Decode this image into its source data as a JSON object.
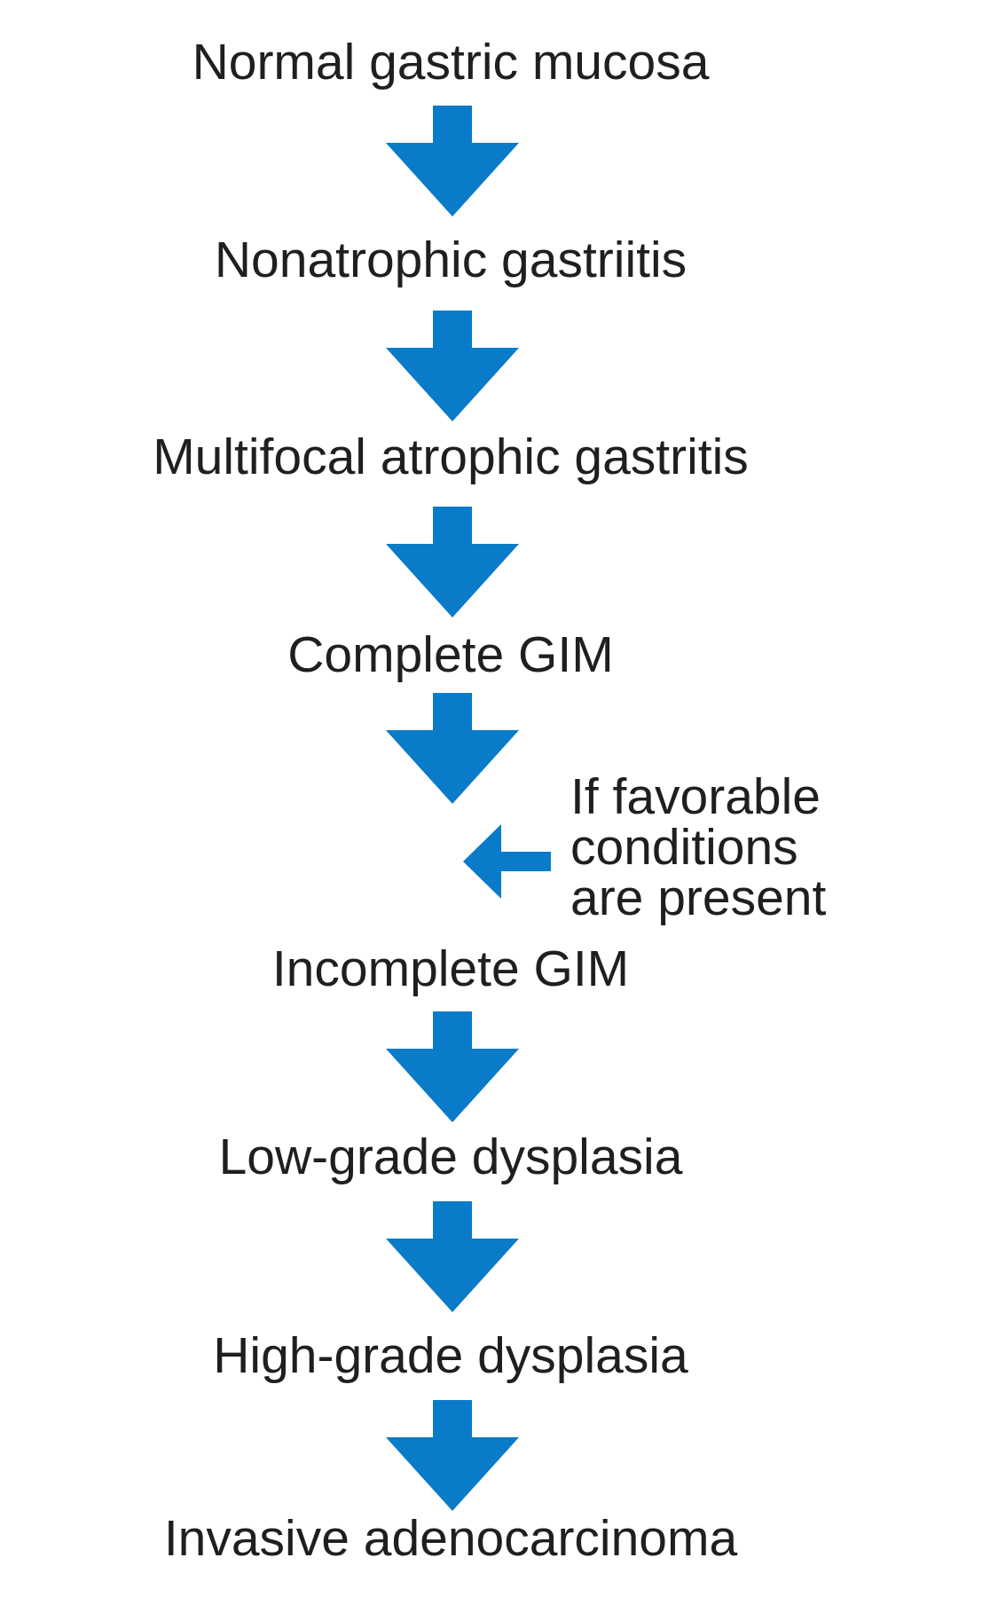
{
  "diagram": {
    "arrow_color": "#0a7bc9",
    "text_color": "#1f1f1f",
    "steps": [
      {
        "label": "Normal gastric mucosa"
      },
      {
        "label": "Nonatrophic gastriitis"
      },
      {
        "label": "Multifocal atrophic gastritis"
      },
      {
        "label": "Complete GIM"
      },
      {
        "label": "Incomplete GIM"
      },
      {
        "label": "Low-grade dysplasia"
      },
      {
        "label": "High-grade dysplasia"
      },
      {
        "label": "Invasive adenocarcinoma"
      }
    ],
    "side_note": {
      "text": "If favorable\nconditions\nare present",
      "arrow_direction": "left"
    },
    "arrow_icon": "down-arrow-icon",
    "side_arrow_icon": "left-arrow-icon"
  }
}
